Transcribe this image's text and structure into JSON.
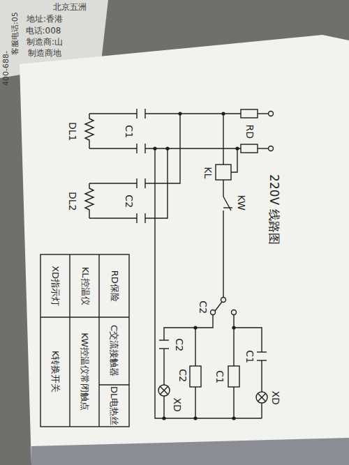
{
  "diagram": {
    "title": "220V 线路图",
    "labels": [
      "RD",
      "C1",
      "DL1",
      "C2",
      "DL2",
      "KL",
      "KW",
      "C2",
      "C2",
      "C2",
      "C1",
      "C1",
      "XD",
      "XD",
      "RD保险",
      "C交流接触器",
      "DL电热丝",
      "KL控温仪",
      "KW控温仪常闭触点",
      "XD指示灯",
      "K转换开关",
      "北京五洲",
      "地址:香港",
      "电话:008",
      "制造商:山",
      "制造商地",
      "客服电话:05",
      "400-688-"
    ]
  }
}
